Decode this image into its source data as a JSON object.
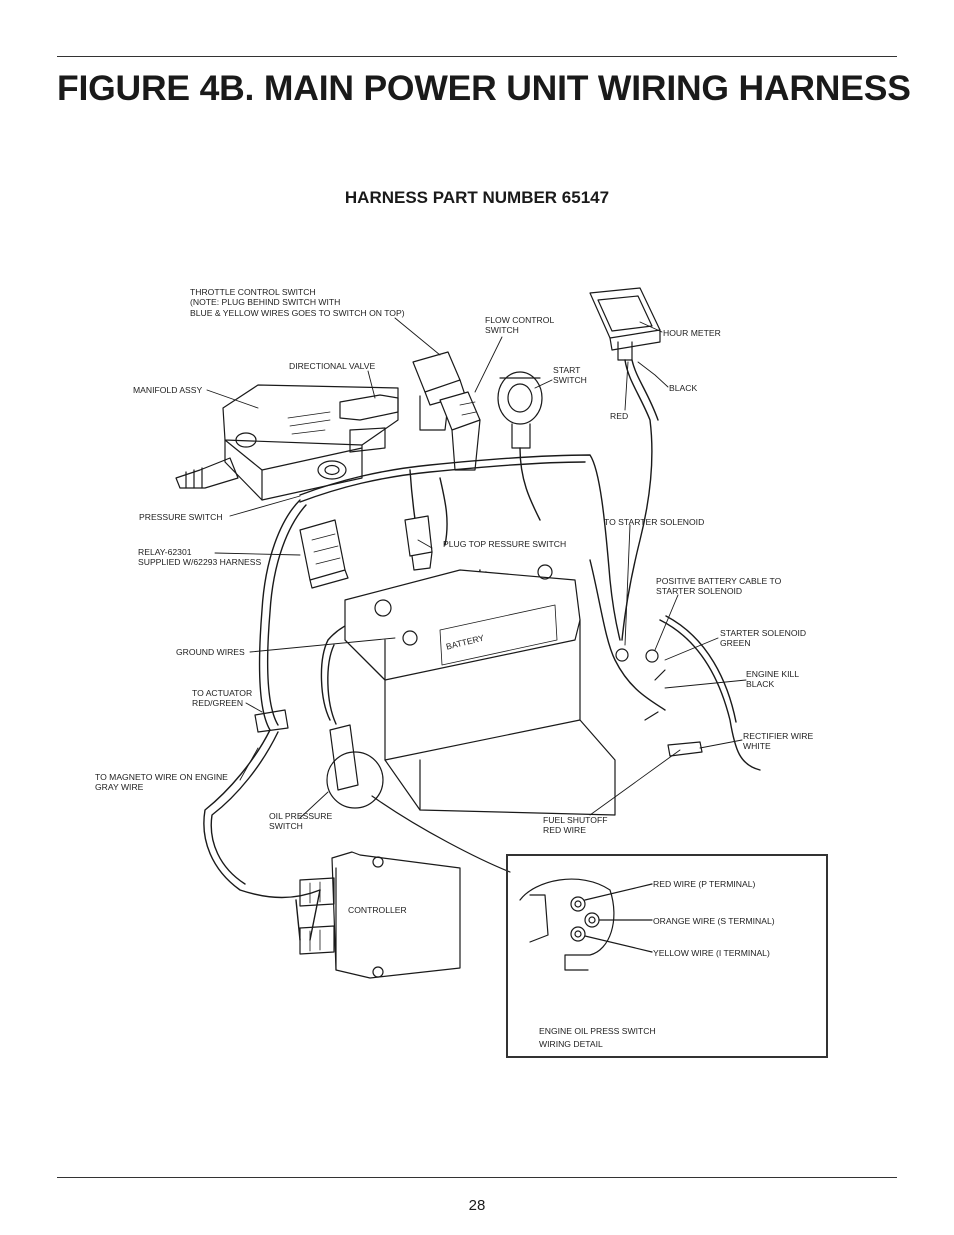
{
  "title": "FIGURE 4B.  MAIN POWER UNIT WIRING HARNESS",
  "subtitle": "HARNESS PART NUMBER 65147",
  "page_number": "28",
  "labels": {
    "throttle_1": "THROTTLE CONTROL SWITCH",
    "throttle_2": "(NOTE: PLUG BEHIND SWITCH WITH",
    "throttle_3": "BLUE & YELLOW WIRES GOES TO SWITCH ON TOP)",
    "flow_1": "FLOW CONTROL",
    "flow_2": "SWITCH",
    "hour_meter": "HOUR METER",
    "directional_valve": "DIRECTIONAL VALVE",
    "start_1": "START",
    "start_2": "SWITCH",
    "black": "BLACK",
    "manifold": "MANIFOLD ASSY",
    "red": "RED",
    "to_starter_solenoid": "TO STARTER SOLENOID",
    "pressure_switch": "PRESSURE SWITCH",
    "plug_top_pressure": "PLUG TOP RESSURE SWITCH",
    "relay_1": "RELAY-62301",
    "relay_2": "SUPPLIED W/62293 HARNESS",
    "pos_cable_1": "POSITIVE BATTERY CABLE TO",
    "pos_cable_2": "STARTER SOLENOID",
    "starter_sol_1": "STARTER SOLENOID",
    "starter_sol_2": "GREEN",
    "ground_wires": "GROUND WIRES",
    "battery": "BATTERY",
    "engine_kill_1": "ENGINE KILL",
    "engine_kill_2": "BLACK",
    "to_actuator_1": "TO ACTUATOR",
    "to_actuator_2": "RED/GREEN",
    "rectifier_1": "RECTIFIER WIRE",
    "rectifier_2": "WHITE",
    "magneto_1": "TO MAGNETO WIRE ON ENGINE",
    "magneto_2": "GRAY WIRE",
    "oil_pressure_1": "OIL PRESSURE",
    "oil_pressure_2": "SWITCH",
    "fuel_shutoff_1": "FUEL SHUTOFF",
    "fuel_shutoff_2": "RED WIRE",
    "controller": "CONTROLLER",
    "red_wire_p": "RED WIRE (P TERMINAL)",
    "orange_wire_s": "ORANGE WIRE (S TERMINAL)",
    "yellow_wire_i": "YELLOW WIRE (I TERMINAL)",
    "detail_1": "ENGINE OIL PRESS SWITCH",
    "detail_2": "WIRING DETAIL"
  }
}
